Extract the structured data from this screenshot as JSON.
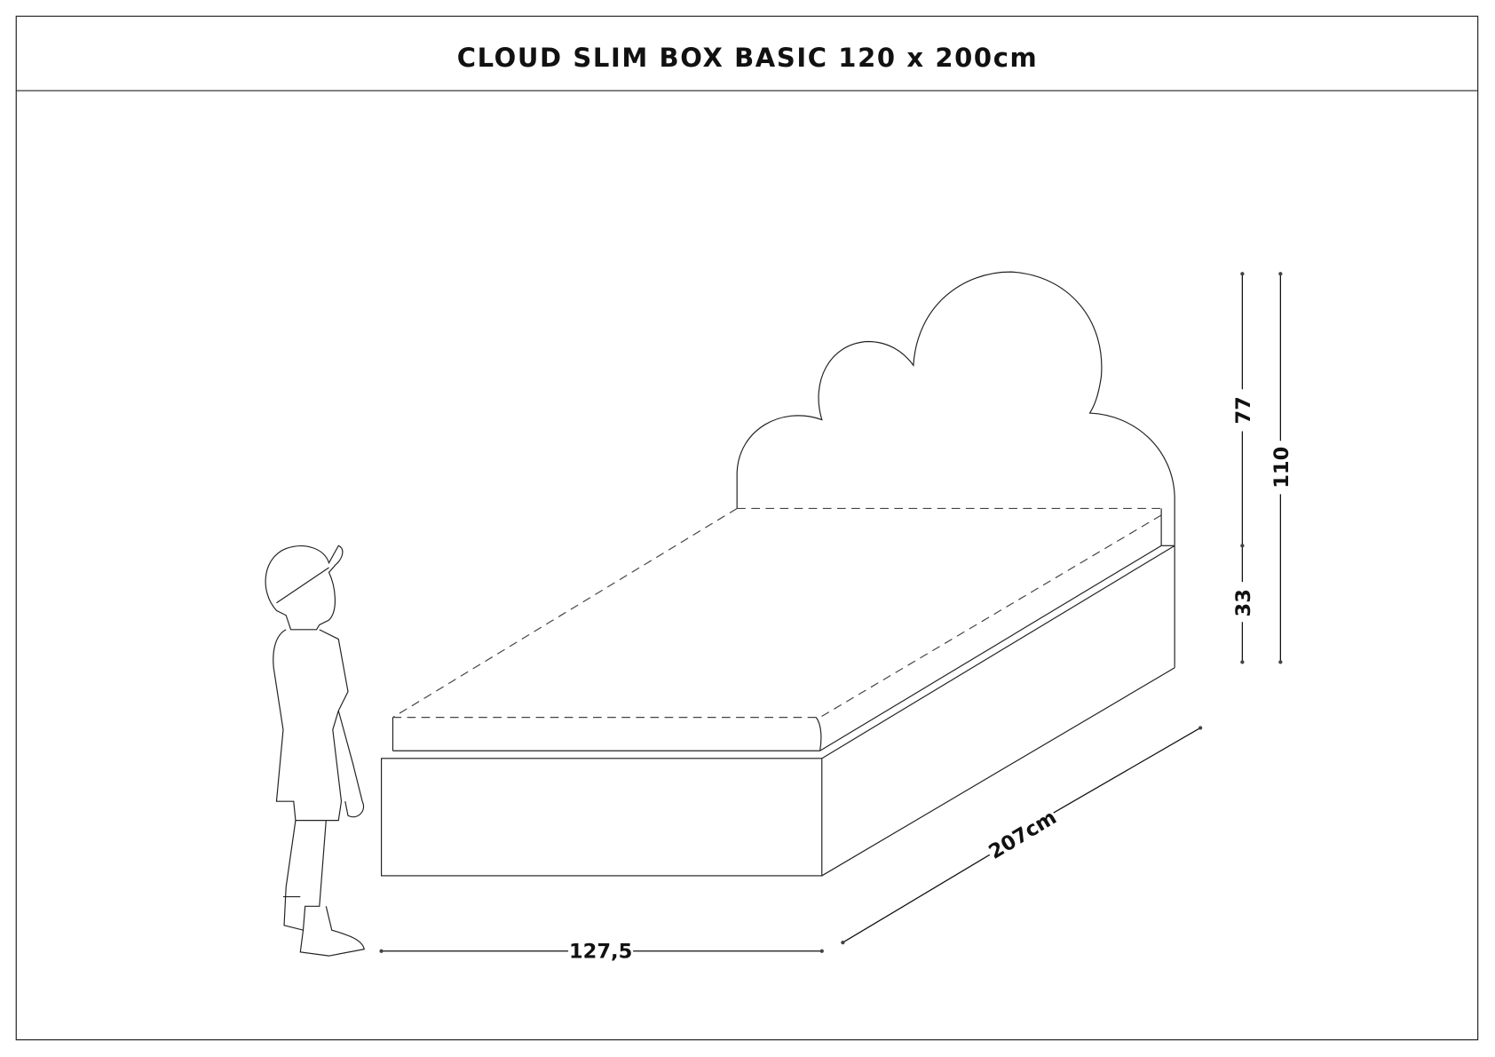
{
  "title": "CLOUD SLIM BOX BASIC 120 x 200cm",
  "dimensions": {
    "width": "127,5",
    "length": "207cm",
    "headboard_height": "77",
    "base_height": "33",
    "total_height": "110"
  }
}
